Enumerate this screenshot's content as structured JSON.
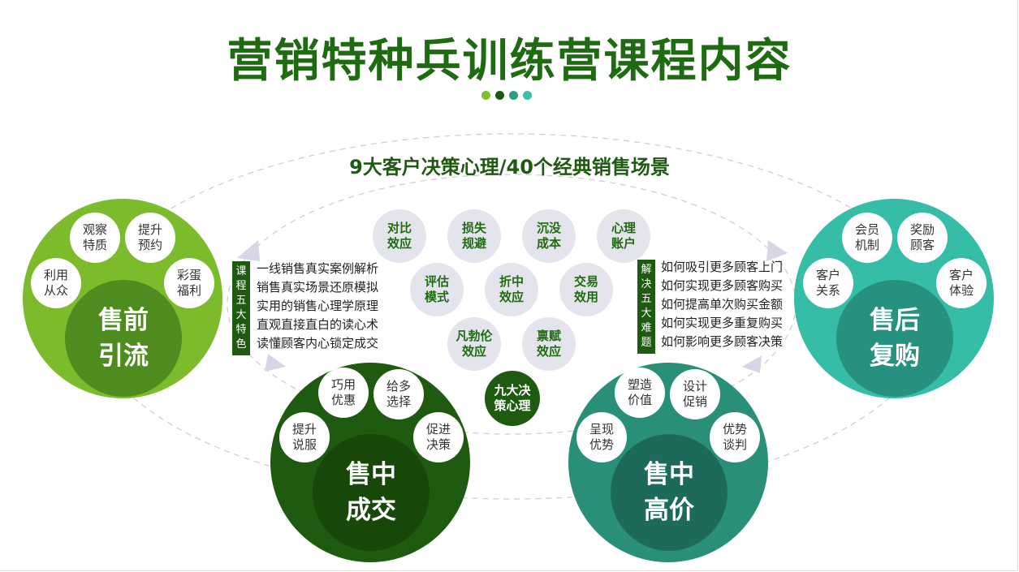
{
  "title": "营销特种兵训练营课程内容",
  "dots": [
    "#7cbf2f",
    "#1e5a10",
    "#2a9d85",
    "#3cbfa9"
  ],
  "subtitle": "9大客户决策心理/40个经典销售场景",
  "stages": {
    "presale": {
      "label_line1": "售前",
      "label_line2": "引流",
      "petals": [
        "观察\n特质",
        "提升\n预约",
        "利用\n从众",
        "彩蛋\n福利"
      ]
    },
    "midsale": {
      "label_line1": "售中",
      "label_line2": "成交",
      "petals": [
        "巧用\n优惠",
        "给多\n选择",
        "提升\n说服",
        "促进\n决策"
      ]
    },
    "midprice": {
      "label_line1": "售中",
      "label_line2": "高价",
      "petals": [
        "塑造\n价值",
        "设计\n促销",
        "呈现\n优势",
        "优势\n谈判"
      ]
    },
    "aftersale": {
      "label_line1": "售后",
      "label_line2": "复购",
      "petals": [
        "会员\n机制",
        "奖励\n顾客",
        "客户\n关系",
        "客户\n体验"
      ]
    }
  },
  "features": {
    "tag": [
      "课",
      "程",
      "五",
      "大",
      "特",
      "色"
    ],
    "items": [
      "一线销售真实案例解析",
      "销售真实场景还原模拟",
      "实用的销售心理学原理",
      "直观直接直白的读心术",
      "读懂顾客内心锁定成交"
    ]
  },
  "problems": {
    "tag": [
      "解",
      "决",
      "五",
      "大",
      "难",
      "题"
    ],
    "items": [
      "如何吸引更多顾客上门",
      "如何实现更多顾客购买",
      "如何提高单次购买金额",
      "如何实现更多重复购买",
      "如何影响更多顾客决策"
    ]
  },
  "psychology": {
    "items": [
      "对比\n效应",
      "损失\n规避",
      "沉没\n成本",
      "心理\n账户",
      "评估\n模式",
      "折中\n效应",
      "交易\n效用",
      "凡勃伦\n效应",
      "禀赋\n效应"
    ],
    "center": "九大决\n策心理"
  }
}
